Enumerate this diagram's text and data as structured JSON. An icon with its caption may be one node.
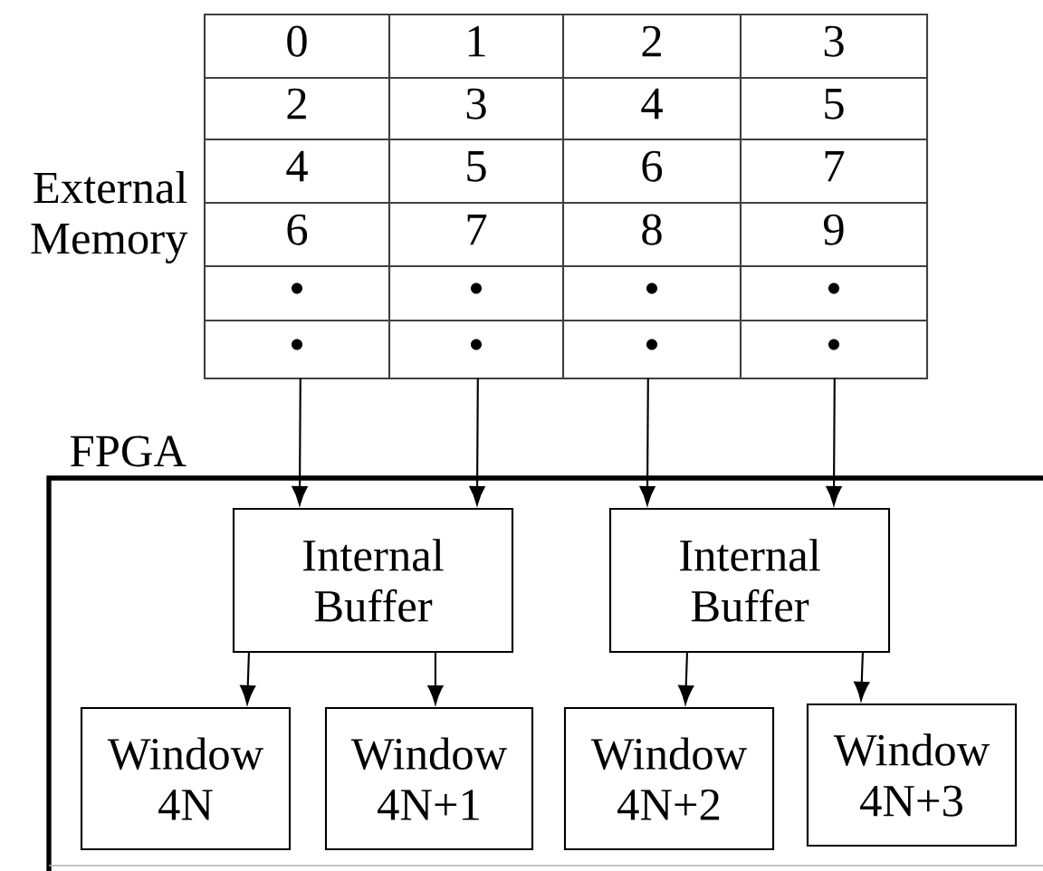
{
  "diagram": {
    "nodes": [
      {
        "text": [
          "External Memory"
        ]
      },
      {
        "text": [
          "FPGA"
        ]
      },
      {
        "text": [
          "Internal Buffer"
        ],
        "in": 1
      },
      {
        "text": [
          "Internal Buffer"
        ],
        "in": 1
      },
      {
        "text": [
          "Window 4N"
        ],
        "in": 1
      },
      {
        "text": [
          "Window 4N+1"
        ],
        "in": 1
      },
      {
        "text": [
          "Window 4N+2"
        ],
        "in": 1
      },
      {
        "text": [
          "Window 4N+3"
        ],
        "in": 1
      }
    ],
    "edges": [
      {
        "from": 0,
        "to": 2,
        "arrow": "to"
      },
      {
        "from": 0,
        "to": 2,
        "arrow": "to"
      },
      {
        "from": 0,
        "to": 3,
        "arrow": "to"
      },
      {
        "from": 0,
        "to": 3,
        "arrow": "to"
      },
      {
        "from": 2,
        "to": 4,
        "arrow": "to"
      },
      {
        "from": 2,
        "to": 5,
        "arrow": "to"
      },
      {
        "from": 3,
        "to": 6,
        "arrow": "to"
      },
      {
        "from": 3,
        "to": 7,
        "arrow": "to"
      }
    ],
    "labels": [
      "0",
      "1",
      "2",
      "3",
      "2",
      "3",
      "4",
      "5",
      "4",
      "5",
      "6",
      "7",
      "6",
      "7",
      "8",
      "9",
      "•",
      "•",
      "•",
      "•",
      "•",
      "•",
      "•",
      "•"
    ]
  }
}
